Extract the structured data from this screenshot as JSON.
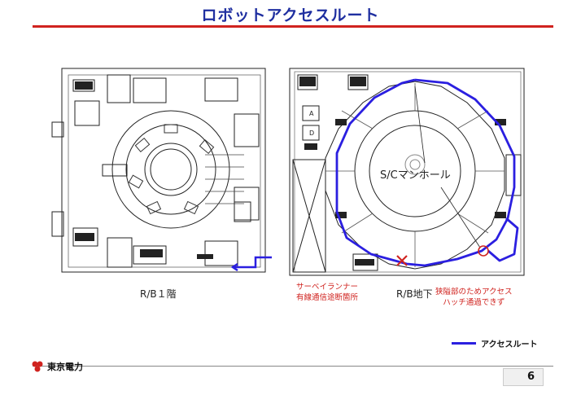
{
  "title": "ロボットアクセスルート",
  "floor_labels": {
    "left": "R/B１階",
    "right": "R/B地下"
  },
  "manhole_label": "S/Cマンホール",
  "panel_labels": {
    "a": "A",
    "b": "D"
  },
  "notes": {
    "comm_break_line1": "サーベイランナー",
    "comm_break_line2": "有線通信途断箇所",
    "hatch_line1": "狭隘部のためアクセス",
    "hatch_line2": "ハッチ通過できず"
  },
  "legend": {
    "route_label": "アクセスルート",
    "route_color": "#2b1fe0"
  },
  "company": "東京電力",
  "page_number": "6"
}
